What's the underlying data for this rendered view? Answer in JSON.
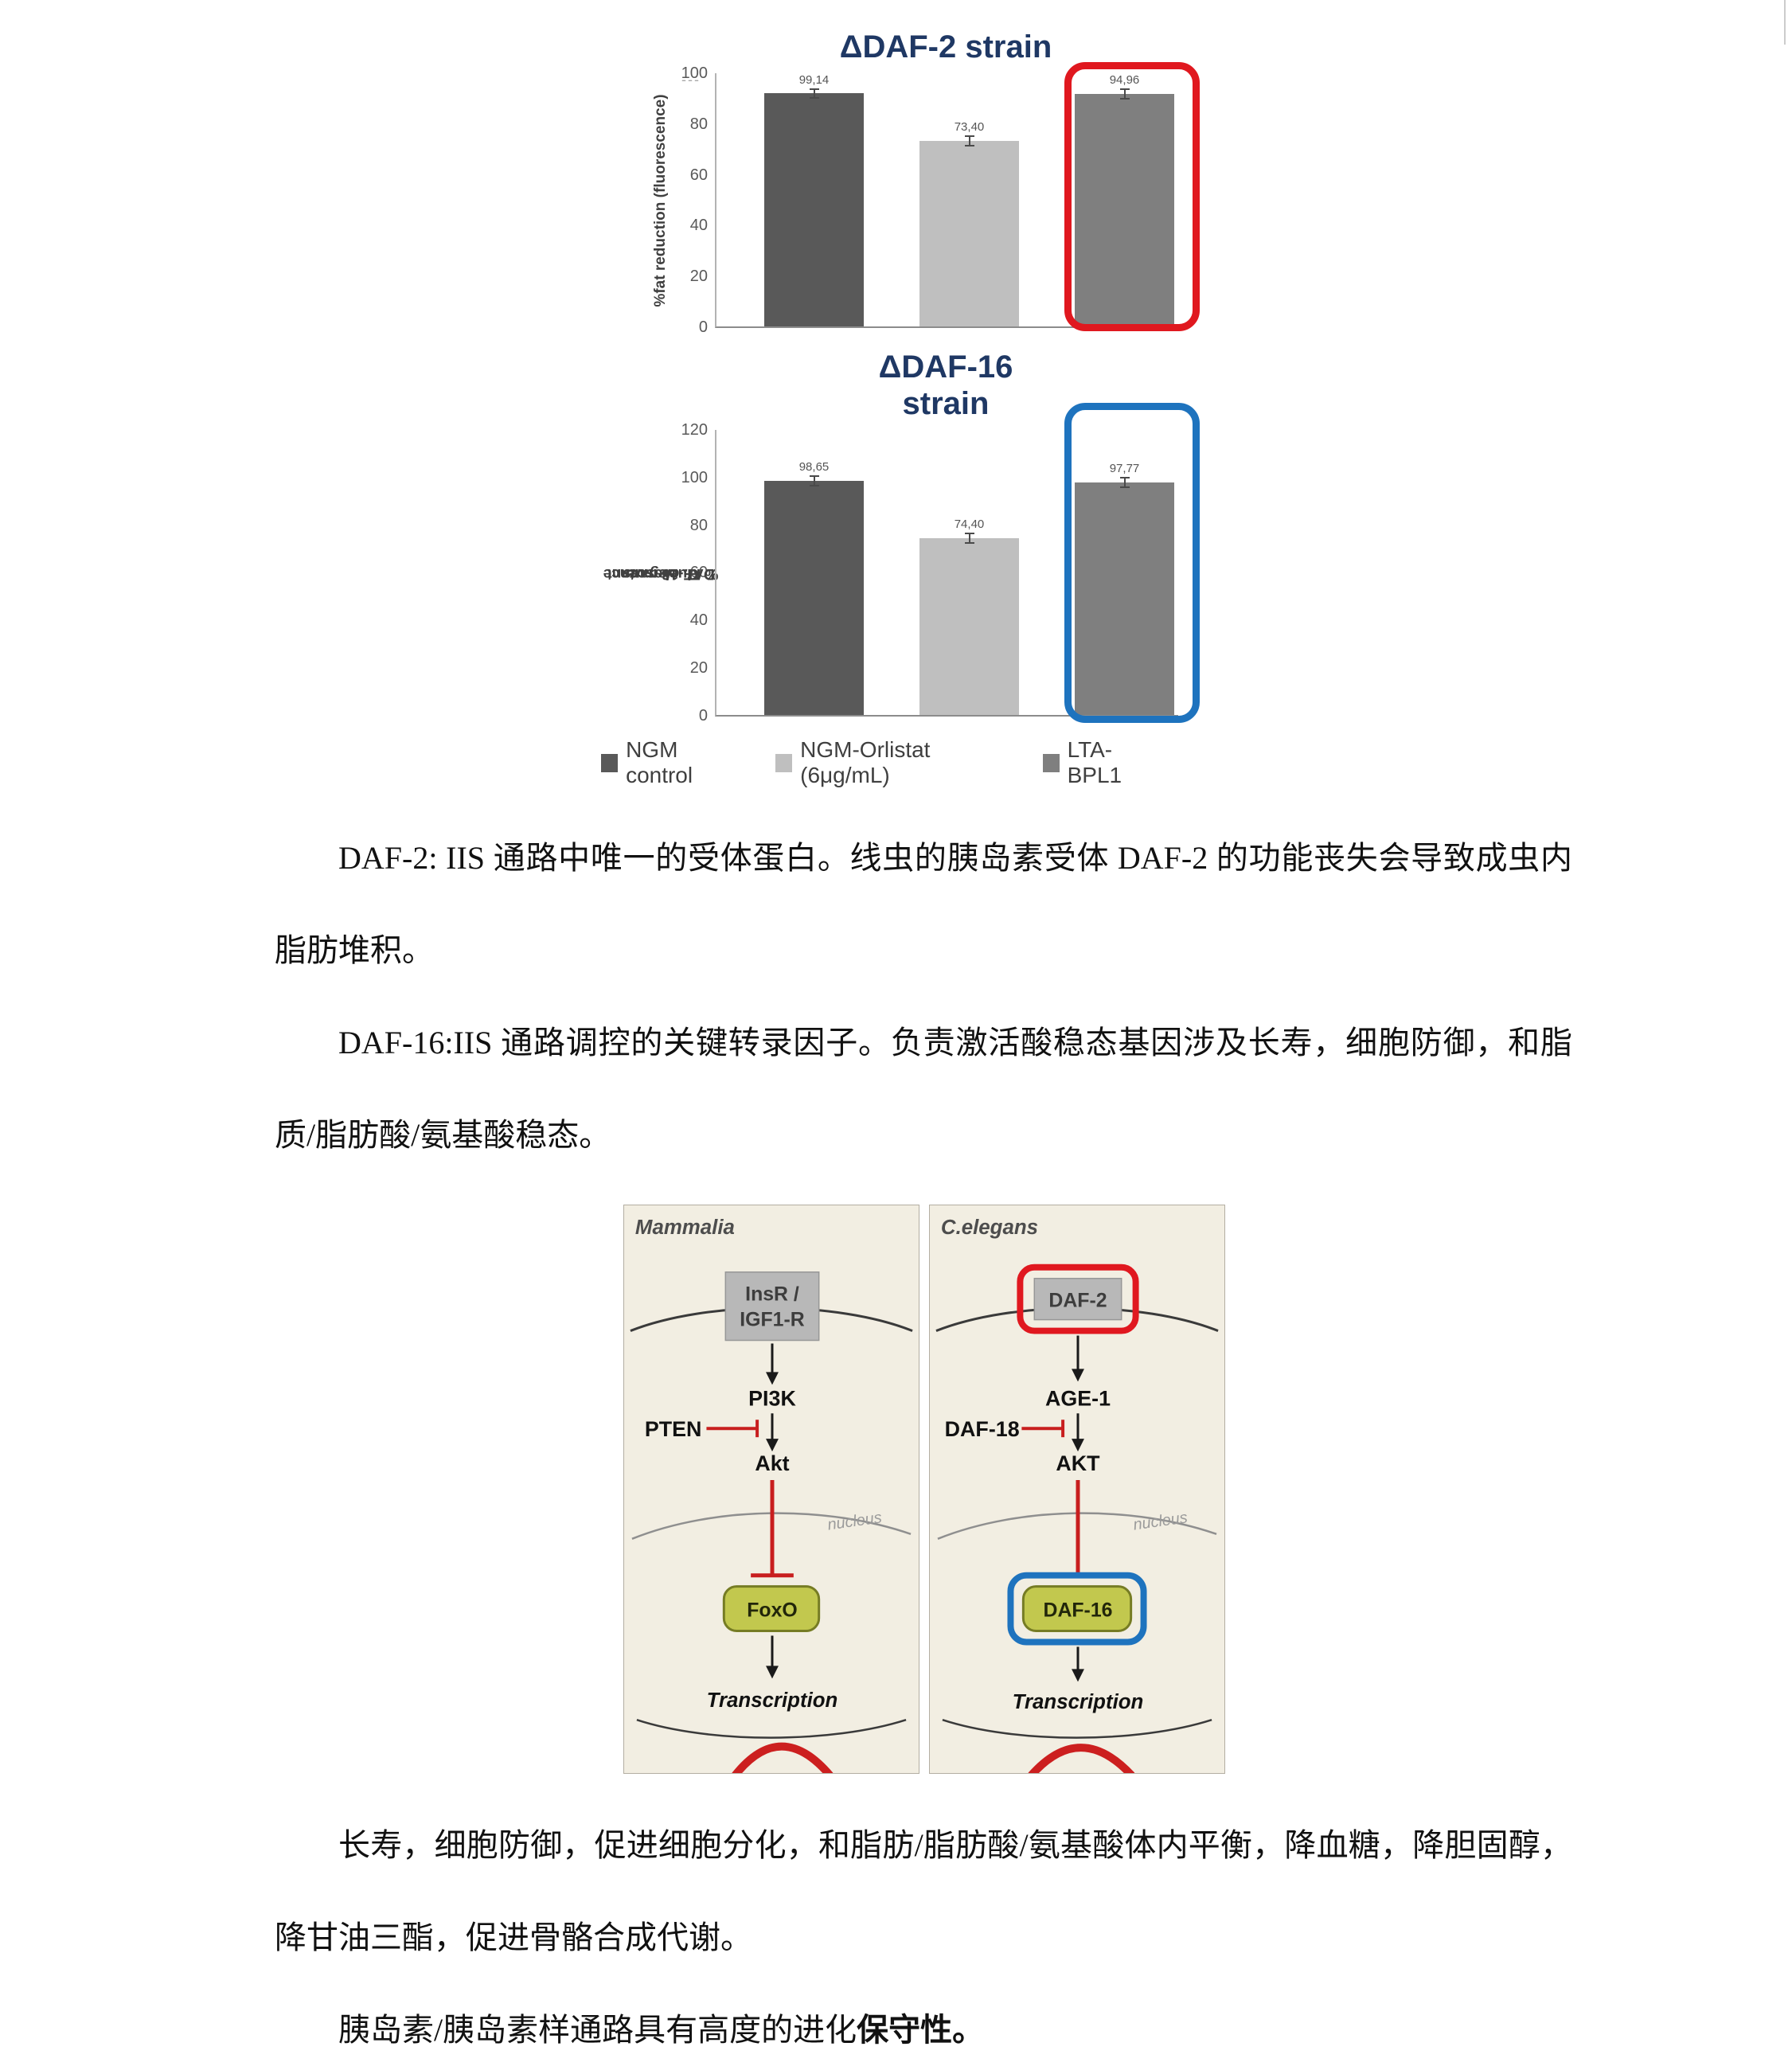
{
  "charts": {
    "daf2": {
      "title": "ΔDAF-2 strain",
      "title_color": "#1f3864",
      "ylabel": "%fat reduction (fluorescence)",
      "top_marks": "---",
      "ymax": 100,
      "ytick_labels": [
        "100",
        "80",
        "60",
        "40",
        "20",
        "0"
      ],
      "values": [
        99.14,
        73.4,
        94.96
      ],
      "value_labels": [
        "99,14",
        "73,40",
        "94,96"
      ],
      "highlight_color": "#e0181f"
    },
    "daf16": {
      "title_line1": "ΔDAF-16",
      "title_line2": "strain",
      "title_color": "#1f3864",
      "ylabel_pre": "% Fluorescence ",
      "ylabel_italic": "C. elegans",
      "ylabel_post": " DAF-16 mutant",
      "ymax": 120,
      "ytick_labels": [
        "120",
        "100",
        "80",
        "60",
        "40",
        "20",
        "0"
      ],
      "values": [
        98.65,
        74.4,
        97.77
      ],
      "value_labels": [
        "98,65",
        "74,40",
        "97,77"
      ],
      "highlight_color": "#1e73be"
    },
    "legend": [
      {
        "label": "NGM control",
        "color": "#595959"
      },
      {
        "label": "NGM-Orlistat (6μg/mL)",
        "color": "#bfbfbf"
      },
      {
        "label": "LTA-BPL1",
        "color": "#7f7f7f"
      }
    ]
  },
  "chart_data": [
    {
      "type": "bar",
      "title": "ΔDAF-2 strain",
      "categories": [
        "NGM control",
        "NGM-Orlistat (6μg/mL)",
        "LTA-BPL1"
      ],
      "values": [
        99.14,
        73.4,
        94.96
      ],
      "xlabel": "",
      "ylabel": "%fat reduction (fluorescence)",
      "ylim": [
        0,
        100
      ],
      "yticks": [
        0,
        20,
        40,
        60,
        80,
        100
      ],
      "grid": false,
      "legend_position": "bottom",
      "bar_colors": [
        "#595959",
        "#bfbfbf",
        "#7f7f7f"
      ],
      "annotation": "LTA-BPL1 bar outlined with red rounded rectangle; error bars on each bar"
    },
    {
      "type": "bar",
      "title": "ΔDAF-16 strain",
      "categories": [
        "NGM control",
        "NGM-Orlistat (6μg/mL)",
        "LTA-BPL1"
      ],
      "values": [
        98.65,
        74.4,
        97.77
      ],
      "xlabel": "",
      "ylabel": "% Fluorescence C. elegans DAF-16 mutant",
      "ylim": [
        0,
        120
      ],
      "yticks": [
        0,
        20,
        40,
        60,
        80,
        100,
        120
      ],
      "grid": false,
      "legend_position": "bottom",
      "bar_colors": [
        "#595959",
        "#bfbfbf",
        "#7f7f7f"
      ],
      "annotation": "LTA-BPL1 bar outlined with blue rounded rectangle; error bars on each bar"
    }
  ],
  "paragraphs": {
    "p1": "DAF-2: IIS 通路中唯一的受体蛋白。线虫的胰岛素受体 DAF-2 的功能丧失会导致成虫内脂肪堆积。",
    "p2": "DAF-16:IIS 通路调控的关键转录因子。负责激活酸稳态基因涉及长寿，细胞防御，和脂质/脂肪酸/氨基酸稳态。",
    "p3": "长寿，细胞防御，促进细胞分化，和脂肪/脂肪酸/氨基酸体内平衡，降血糖，降胆固醇，降甘油三酯，促进骨骼合成代谢。",
    "p4_normal": "胰岛素/胰岛素样通路具有高度的进化",
    "p4_bold": "保守性。"
  },
  "diagram": {
    "highlight_red": "#e0181f",
    "highlight_blue": "#1e73be",
    "left": {
      "panel_label": "Mammalia",
      "receptor_line1": "InsR /",
      "receptor_line2": "IGF1-R",
      "kinase1": "PI3K",
      "phosphatase": "PTEN",
      "kinase2": "Akt",
      "nucleus_label": "nucleus",
      "transcription_factor": "FoxO",
      "output": "Transcription"
    },
    "right": {
      "panel_label": "C.elegans",
      "receptor": "DAF-2",
      "kinase1": "AGE-1",
      "phosphatase": "DAF-18",
      "kinase2": "AKT",
      "nucleus_label": "nucleus",
      "transcription_factor": "DAF-16",
      "output": "Transcription"
    }
  }
}
